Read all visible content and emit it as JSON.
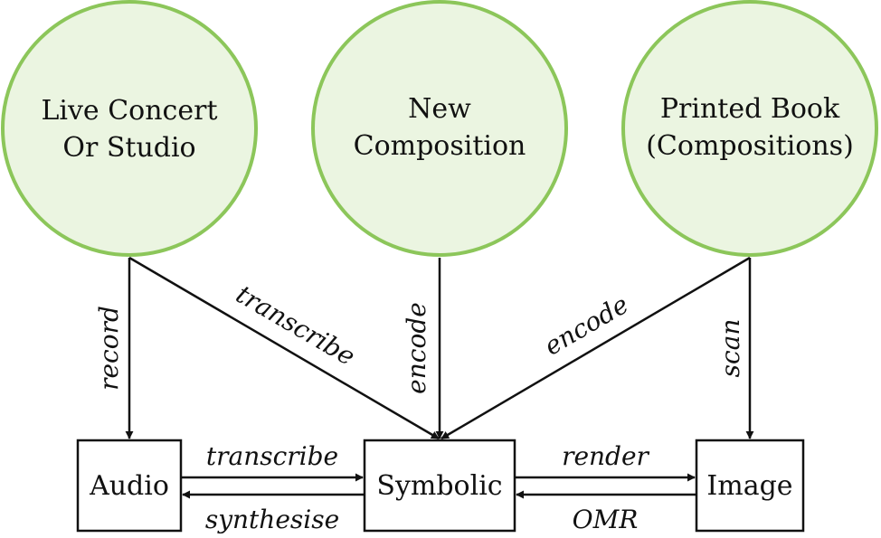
{
  "sources": {
    "live": {
      "line1": "Live Concert",
      "line2": "Or Studio"
    },
    "new": {
      "line1": "New",
      "line2": "Composition"
    },
    "book": {
      "line1": "Printed Book",
      "line2": "(Compositions)"
    }
  },
  "formats": {
    "audio": "Audio",
    "symbolic": "Symbolic",
    "image": "Image"
  },
  "edges": {
    "record": "record",
    "transcribe_live": "transcribe",
    "encode_new": "encode",
    "encode_book": "encode",
    "scan": "scan",
    "transcribe_audio": "transcribe",
    "synthesise": "synthesise",
    "render": "render",
    "omr": "OMR"
  },
  "colors": {
    "circle_stroke": "#8cc65a",
    "circle_fill": "#ebf5e1",
    "line": "#111111"
  }
}
